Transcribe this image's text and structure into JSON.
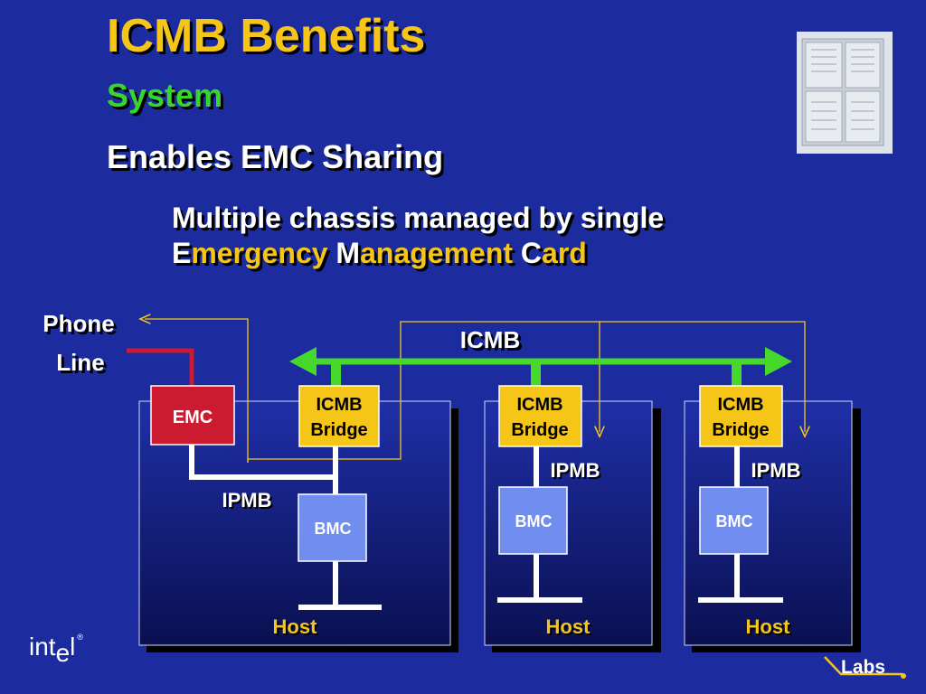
{
  "slide": {
    "title": "ICMB Benefits",
    "subtitle": "System",
    "bullet1": "Enables EMC Sharing",
    "bullet2_line1": "Multiple chassis managed by single",
    "bullet2_line2": [
      {
        "text": "E",
        "highlight": false
      },
      {
        "text": "mergency ",
        "highlight": true
      },
      {
        "text": "M",
        "highlight": false
      },
      {
        "text": "anagement ",
        "highlight": true
      },
      {
        "text": "C",
        "highlight": false
      },
      {
        "text": "ard",
        "highlight": true
      }
    ]
  },
  "diagram": {
    "phone_line_1": "Phone",
    "phone_line_2": "Line",
    "icmb_bus_label": "ICMB",
    "emc_label": "EMC",
    "bridge_line1": "ICMB",
    "bridge_line2": "Bridge",
    "ipmb_label": "IPMB",
    "bmc_label": "BMC",
    "host_label": "Host"
  },
  "branding": {
    "intel": "int",
    "intel_e": "e",
    "intel_l": "l",
    "intel_reg": "®",
    "labs": "Labs"
  },
  "colors": {
    "background": "#1c2c9e",
    "title": "#f5c518",
    "subtitle": "#36d62e",
    "bus": "#46d82a",
    "bridge_fill": "#f5c518",
    "emc_fill": "#cc1a30",
    "bmc_fill": "#6f8ef0",
    "phone_line": "#cc1a30"
  }
}
